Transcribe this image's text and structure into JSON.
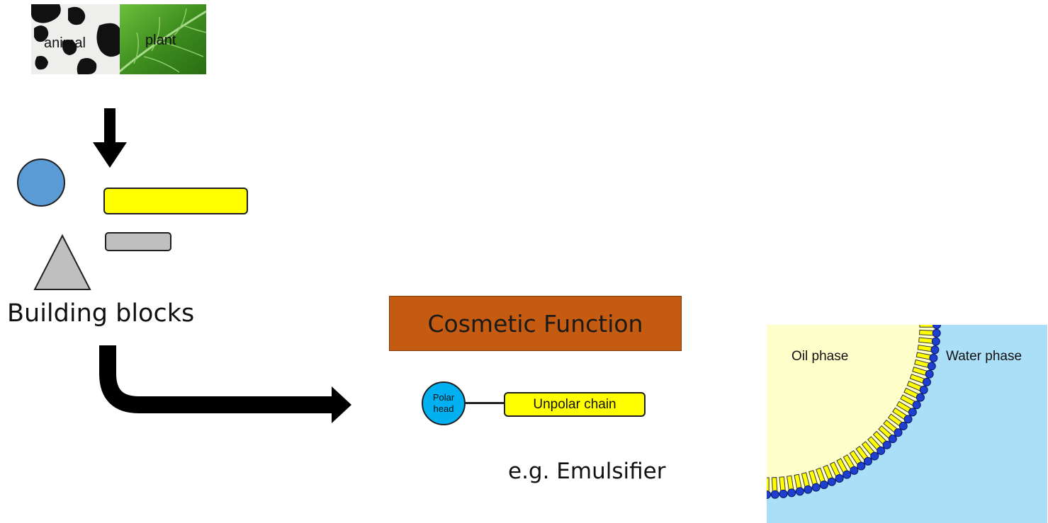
{
  "source_images": {
    "animal_label": "animal",
    "plant_label": "plant"
  },
  "building_blocks": {
    "title": "Building blocks",
    "shape_colors": {
      "circle": "#5b9bd5",
      "long_bar": "#ffff00",
      "short_bar": "#bfbfbf",
      "triangle": "#bfbfbf"
    }
  },
  "function_box": {
    "title": "Cosmetic Function",
    "color": "#c55a11"
  },
  "molecule": {
    "head_label_line1": "Polar",
    "head_label_line2": "head",
    "chain_label": "Unpolar chain",
    "head_color": "#00b0f0",
    "chain_color": "#ffff00"
  },
  "example_label": "e.g. Emulsifier",
  "emulsion": {
    "oil_label": "Oil phase",
    "water_label": "Water phase",
    "oil_color": "#ffffcc",
    "water_color": "#aadff7"
  }
}
